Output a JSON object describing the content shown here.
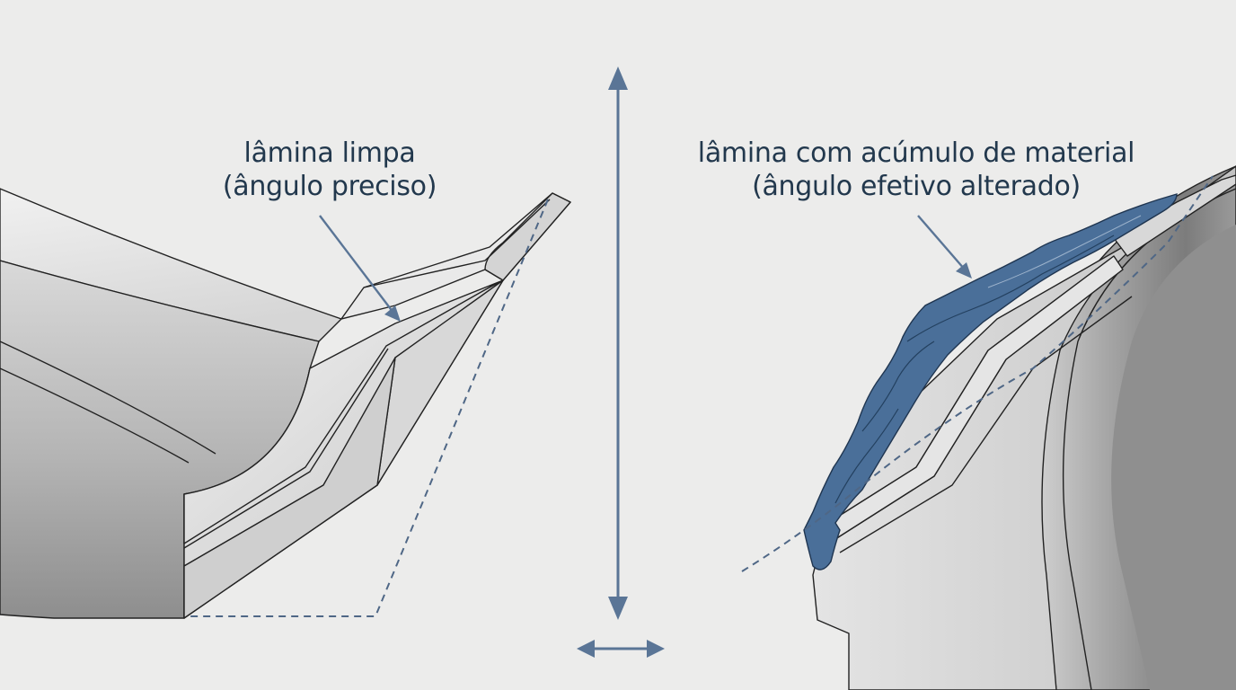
{
  "diagram": {
    "left": {
      "title": "lâmina limpa",
      "subtitle": "(ângulo preciso)"
    },
    "right": {
      "title": "lâmina com acúmulo de material",
      "subtitle": "(ângulo efetivo alterado)"
    }
  },
  "colors": {
    "background": "#ececeb",
    "text": "#22384d",
    "arrow": "#5a7596",
    "buildup": "#4a6f99",
    "outline": "#222222"
  }
}
